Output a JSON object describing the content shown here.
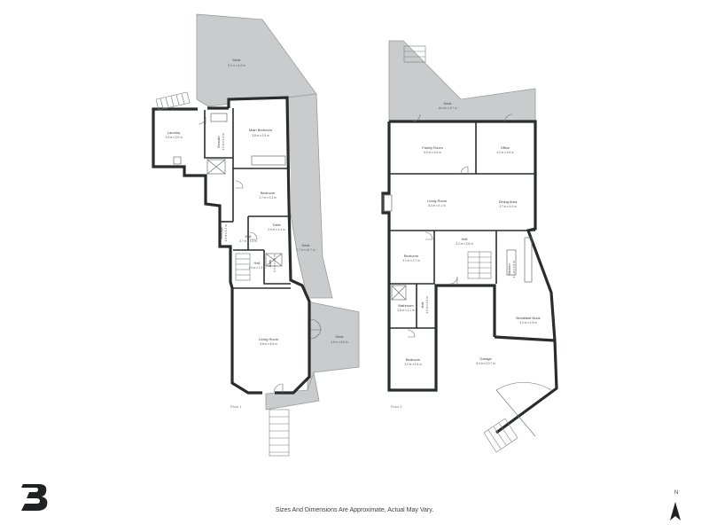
{
  "floor1": {
    "label": "Floor 1",
    "rooms": {
      "deck_top": {
        "name": "Deck",
        "dims": "8.1 m x 4.8 m"
      },
      "laundry": {
        "name": "Laundry",
        "dims": "3.5 m x 3.9 m"
      },
      "ensuite": {
        "name": "Ensuite",
        "dims": "1.9 m x 4.2 m"
      },
      "main_bedroom": {
        "name": "Main Bedroom",
        "dims": "3.8 m x 3.9 m"
      },
      "bedroom": {
        "name": "Bedroom",
        "dims": "2.7 m x 3.3 m"
      },
      "storage": {
        "name": "Storage",
        "dims": "1.0 m x 1.2 m"
      },
      "toilet": {
        "name": "Toilet",
        "dims": "0.9 m x 1.4 m"
      },
      "hall": {
        "name": "Hall",
        "dims": "2.7 m x 1.5 m"
      },
      "hall2": {
        "name": "Hall",
        "dims": "1.0 m x 1.3 m"
      },
      "bath": {
        "name": "Bath",
        "dims": "0.9 m x 1.8 m"
      },
      "deck_side": {
        "name": "Deck",
        "dims": "2.7 m x 14.7 m"
      },
      "living_room": {
        "name": "Living Room",
        "dims": "5.6 m x 6.8 m"
      },
      "deck_small": {
        "name": "Deck",
        "dims": "3.5 m x 5.6 m"
      }
    }
  },
  "floor2": {
    "label": "Floor 2",
    "rooms": {
      "deck": {
        "name": "Deck",
        "dims": "16.4 m x 5.7 m"
      },
      "family_room": {
        "name": "Family Room",
        "dims": "6.0 m x 3.6 m"
      },
      "office": {
        "name": "Office",
        "dims": "4.1 m x 3.6 m"
      },
      "living_room": {
        "name": "Living Room",
        "dims": "6.2 m x 4.1 m"
      },
      "dining_area": {
        "name": "Dining Area",
        "dims": "3.7 m x 4.0 m"
      },
      "hall": {
        "name": "Hall",
        "dims": "3.2 m x 3.8 m"
      },
      "bedroom": {
        "name": "Bedroom",
        "dims": "3.1 m x 3.7 m"
      },
      "kitchen": {
        "name": "Kitchen",
        "dims": "4.1 m x 4.8 m"
      },
      "bathroom": {
        "name": "Bathroom",
        "dims": "2.8 m x 2.1 m"
      },
      "hall_small": {
        "name": "Hall",
        "dims": "1.1 m x 2.0 m"
      },
      "breakfast_nook": {
        "name": "Breakfast Nook",
        "dims": "4.2 m x 2.9 m"
      },
      "bedroom2": {
        "name": "Bedroom",
        "dims": "3.2 m x 4.5 m"
      },
      "garage": {
        "name": "Garage",
        "dims": "8.4 m x 10.7 m"
      }
    }
  },
  "disclaimer": "Sizes And Dimensions Are Approximate, Actual May Vary.",
  "compass": {
    "label": "N",
    "icon": "north-arrow-icon"
  },
  "logo": {
    "icon": "brand-logo-icon"
  },
  "colors": {
    "deck": "#c9cbcc",
    "wall": "#2a2c2e",
    "room": "#ffffff",
    "text": "#3c3e40"
  }
}
